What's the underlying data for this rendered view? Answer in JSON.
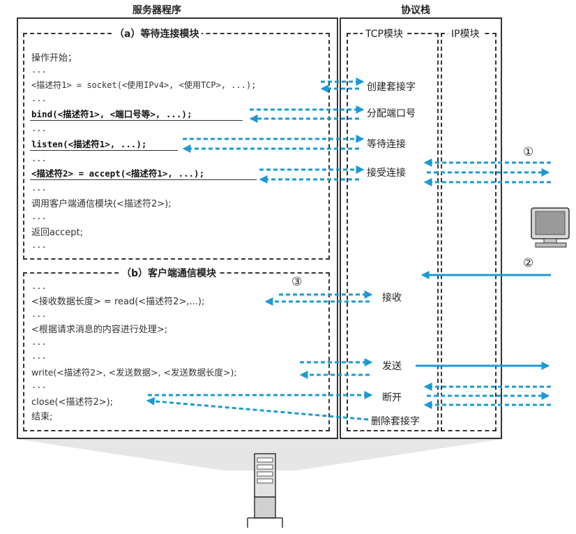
{
  "headers": {
    "server": "服务器程序",
    "stack": "协议栈"
  },
  "module_a": {
    "title": "（a）等待连接模块",
    "lines": [
      "操作开始；",
      "...",
      "<描述符1> = socket(<使用IPv4>, <使用TCP>, ...);",
      "...",
      "bind(<描述符1>, <端口号等>, ...);",
      "...",
      "listen(<描述符1>, ...);",
      "...",
      "<描述符2> = accept(<描述符1>, ...);",
      "...",
      "调用客户端通信模块(<描述符2>);",
      "...",
      "返回accept;",
      "..."
    ]
  },
  "module_b": {
    "title": "（b）客户端通信模块",
    "lines": [
      "...",
      "<接收数据长度> = read(<描述符2>,...);",
      "...",
      "<根据请求消息的内容进行处理>;",
      "...",
      "...",
      "write(<描述符2>, <发送数据>, <发送数据长度>);",
      "...",
      "close(<描述符2>);",
      "结束;"
    ]
  },
  "stack": {
    "tcp": "TCP模块",
    "ip": "IP模块"
  },
  "ops": {
    "create": "创建套接字",
    "assign": "分配端口号",
    "wait": "等待连接",
    "accept": "接受连接",
    "recv": "接收",
    "send": "发送",
    "disconnect": "断开",
    "delete": "删除套接字"
  },
  "markers": {
    "one": "①",
    "two": "②",
    "three": "③"
  },
  "colors": {
    "arrow": "#1b9ad6",
    "line": "#333333"
  }
}
